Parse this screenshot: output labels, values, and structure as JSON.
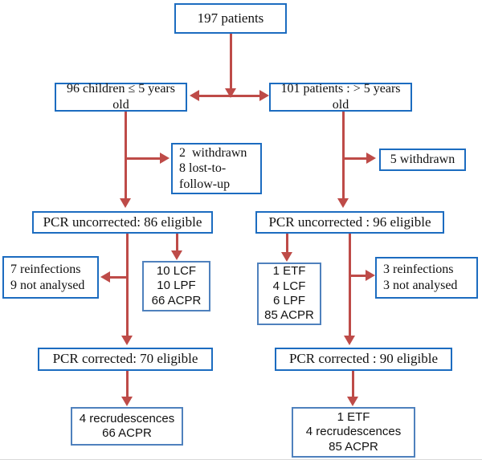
{
  "diagram": {
    "type": "patient-flowchart",
    "colors": {
      "box_border": "#1c6cc0",
      "outcome_border": "#4f81bd",
      "arrow": "#be4b48"
    },
    "boxes": {
      "total": "197 patients",
      "left_group": "96 children ≤ 5 years\nold",
      "right_group": "101 patients : > 5 years\nold",
      "left_withdrawn": "2  withdrawn\n8 lost-to-\nfollow-up",
      "right_withdrawn": "5 withdrawn",
      "left_pcr_uncorrected": "PCR uncorrected: 86 eligible",
      "right_pcr_uncorrected": "PCR uncorrected : 96 eligible",
      "left_excluded": "7 reinfections\n9 not analysed",
      "left_outcomes_uncorrected": "10 LCF\n10 LPF\n66 ACPR",
      "right_outcomes_uncorrected": "1 ETF\n4 LCF\n6 LPF\n85 ACPR",
      "right_excluded": "3 reinfections\n3 not analysed",
      "left_pcr_corrected": "PCR corrected: 70 eligible",
      "right_pcr_corrected": "PCR corrected : 90 eligible",
      "left_outcomes_corrected": "4 recrudescences\n66 ACPR",
      "right_outcomes_corrected": "1 ETF\n4 recrudescences\n85 ACPR"
    }
  }
}
